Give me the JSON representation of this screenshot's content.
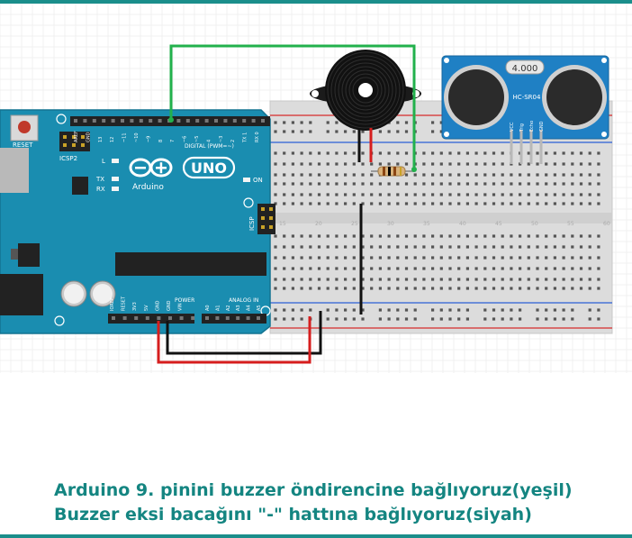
{
  "colors": {
    "accent": "#148581",
    "board": "#1a8db0",
    "wire_green": "#22b14c",
    "wire_red": "#d61e1e",
    "wire_black": "#111111",
    "sensor": "#1f80c4"
  },
  "arduino": {
    "logo": "UNO",
    "brand": "Arduino",
    "reset_label": "RESET",
    "icsp2_label": "ICSP2",
    "icsp_label": "ICSP",
    "led_l": "L",
    "led_tx": "TX",
    "led_rx": "RX",
    "on_label": "ON",
    "digital_label": "DIGITAL (PWM=~)",
    "power_label": "POWER",
    "analog_label": "ANALOG IN",
    "digital_pins": [
      "AREF",
      "GND",
      "13",
      "12",
      "~11",
      "~10",
      "~9",
      "8",
      "7",
      "~6",
      "~5",
      "4",
      "~3",
      "2",
      "TX 1",
      "RX 0"
    ],
    "power_pins": [
      "IOREF",
      "RESET",
      "3V3",
      "5V",
      "GND",
      "GND",
      "VIN"
    ],
    "analog_pins": [
      "A0",
      "A1",
      "A2",
      "A3",
      "A4",
      "A5"
    ]
  },
  "sensor": {
    "crystal": "4.000",
    "model": "HC-SR04",
    "pins": [
      "VCC",
      "Trig",
      "Echo",
      "GND"
    ]
  },
  "breadboard": {
    "column_numbers": [
      "15",
      "20",
      "25",
      "30",
      "35",
      "40",
      "45",
      "50",
      "55",
      "60"
    ]
  },
  "caption": {
    "line1": "Arduino 9. pinini buzzer öndirencine bağlıyoruz(yeşil)",
    "line2": "Buzzer eksi bacağını \"-\" hattına bağlıyoruz(siyah)"
  }
}
